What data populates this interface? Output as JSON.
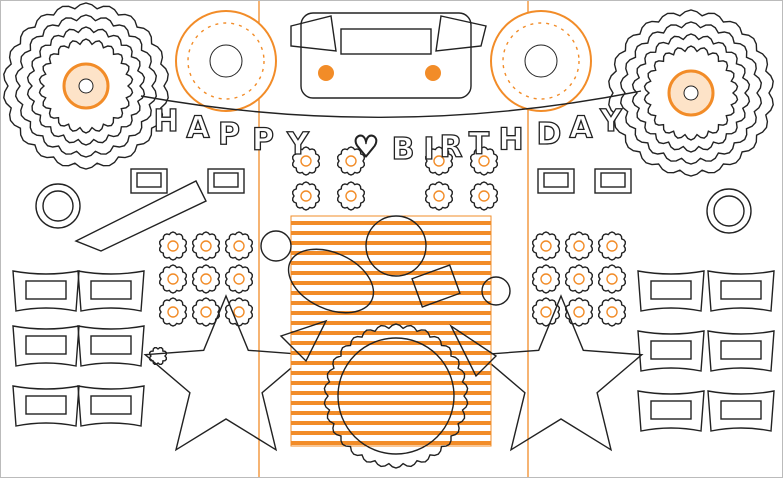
{
  "banner": {
    "letters": [
      "H",
      "A",
      "P",
      "P",
      "Y",
      "♡",
      "B",
      "I",
      "R",
      "T",
      "H",
      "D",
      "A",
      "Y"
    ]
  },
  "colors": {
    "accent": "#f28c28",
    "ink": "#222222"
  }
}
